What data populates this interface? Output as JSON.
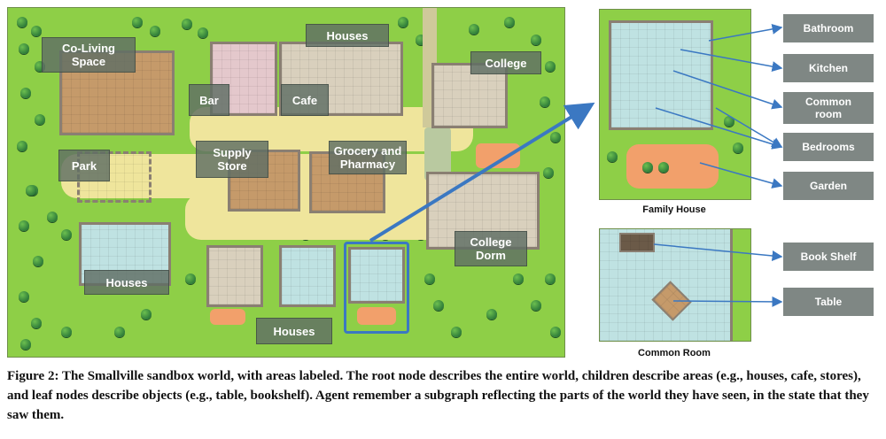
{
  "figure": {
    "map_labels": {
      "coliving": "Co-Living\nSpace",
      "houses_top": "Houses",
      "college": "College",
      "bar": "Bar",
      "cafe": "Cafe",
      "park": "Park",
      "supply_store": "Supply\nStore",
      "grocery": "Grocery and\nPharmacy",
      "college_dorm": "College\nDorm",
      "houses_left": "Houses",
      "houses_bottom": "Houses"
    },
    "panels": {
      "family_house": "Family House",
      "common_room": "Common Room"
    },
    "callouts": {
      "bathroom": "Bathroom",
      "kitchen": "Kitchen",
      "common_room": "Common\nroom",
      "bedrooms": "Bedrooms",
      "garden": "Garden",
      "book_shelf": "Book Shelf",
      "table": "Table"
    }
  },
  "caption": "Figure 2: The Smallville sandbox world, with areas labeled. The root node describes the entire world, children describe areas (e.g., houses, cafe, stores), and leaf nodes describe objects (e.g., table, bookshelf). Agent remember a subgraph reflecting the parts of the world they have seen, in the state that they saw them.",
  "colors": {
    "grass": "#8ecf47",
    "path": "#efe59c",
    "label_bg": "#5f6e64",
    "callout_bg": "#7f8784",
    "arrow": "#3b78c2"
  }
}
